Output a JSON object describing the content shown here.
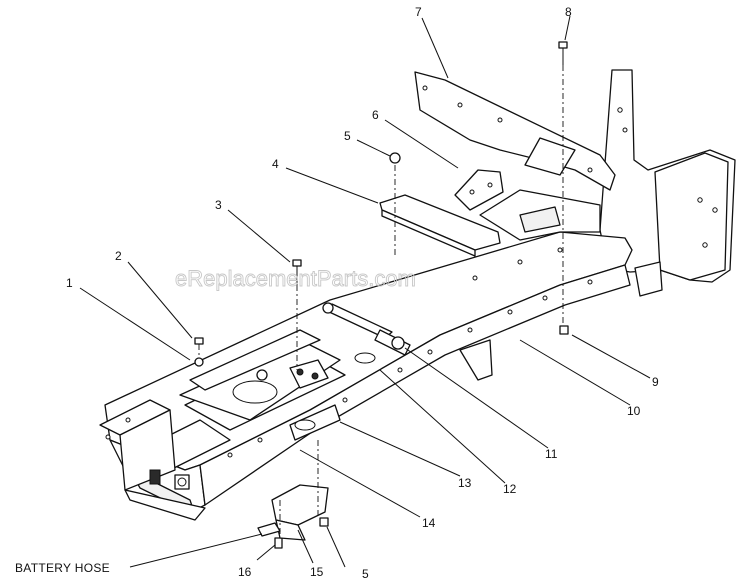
{
  "watermark": "eReplacementParts.com",
  "callouts": {
    "c1": "1",
    "c2": "2",
    "c3": "3",
    "c4": "4",
    "c5a": "5",
    "c5b": "5",
    "c6": "6",
    "c7": "7",
    "c8": "8",
    "c9": "9",
    "c10": "10",
    "c11": "11",
    "c12": "12",
    "c13": "13",
    "c14": "14",
    "c15": "15",
    "c16": "16"
  },
  "battery_hose_label": "BATTERY HOSE"
}
